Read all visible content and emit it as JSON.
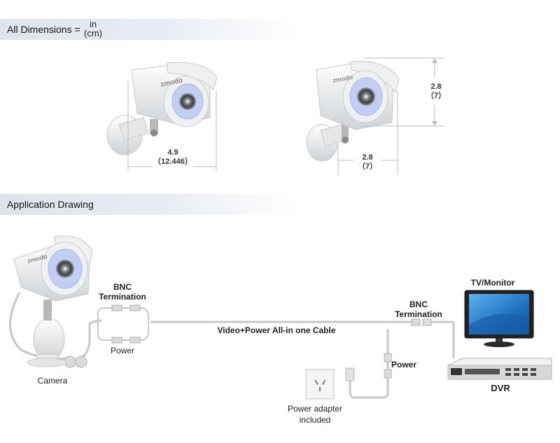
{
  "header_dimensions": {
    "label": "All Dimensions =",
    "unit_top": "in",
    "unit_bottom": "(cm)"
  },
  "dimensions": {
    "length_in": "4.9",
    "length_cm": "（12.446）",
    "height_in": "2.8",
    "height_cm": "（7）",
    "depth_in": "2.8",
    "depth_cm": "（7）"
  },
  "header_application": {
    "label": "Application Drawing"
  },
  "diagram": {
    "camera": "Camera",
    "bnc_left_1": "BNC",
    "bnc_left_2": "Termination",
    "power_left": "Power",
    "cable": "Video+Power All-in one Cable",
    "bnc_right_1": "BNC",
    "bnc_right_2": "Termination",
    "power_right": "Power",
    "adapter_1": "Power adapter",
    "adapter_2": "included",
    "monitor": "TV/Monitor",
    "dvr": "DVR"
  },
  "brand_text": "zmodo",
  "colors": {
    "banner": "#dfe4ec",
    "cable": "#c8c8c8",
    "dim_line": "#bbbbbb",
    "ir_led": "#9fb4e8",
    "monitor_screen": "#2f86cf",
    "dvr_body": "#e2e2e2"
  }
}
